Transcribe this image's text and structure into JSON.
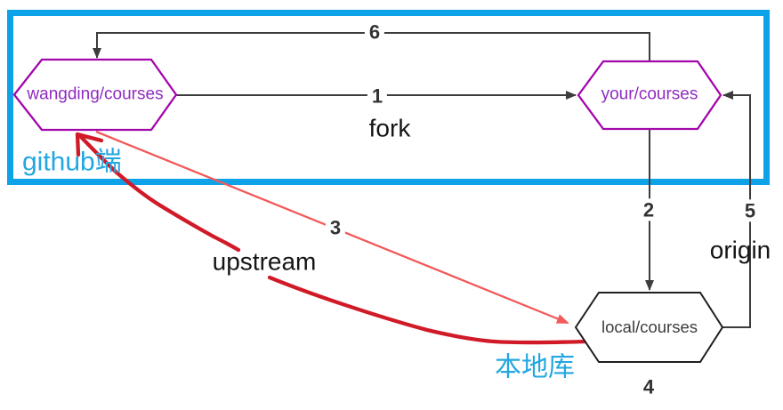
{
  "regions": {
    "github": {
      "label": "github端"
    },
    "local": {
      "label": "本地库"
    }
  },
  "nodes": {
    "upstream_repo": {
      "label": "wangding/courses"
    },
    "fork_repo": {
      "label": "your/courses"
    },
    "local_repo": {
      "label": "local/courses"
    }
  },
  "edges": {
    "fork": {
      "number": "1",
      "label": "fork"
    },
    "clone": {
      "number": "2"
    },
    "fetch_upstream": {
      "number": "3",
      "label": "upstream"
    },
    "commit_local": {
      "number": "4"
    },
    "push_origin": {
      "number": "5",
      "label": "origin"
    },
    "pull_request": {
      "number": "6"
    }
  },
  "colors": {
    "region_border": "#0ea2e8",
    "region_label": "#23a7e0",
    "repo_node_stroke": "#a307ab",
    "repo_node_text": "#8f2bbf",
    "local_node_stroke": "#1f1f1f",
    "edge_line": "#3c3c3c",
    "annotation_red": "#f25a5a",
    "annotation_marker_red": "#d11a28"
  }
}
